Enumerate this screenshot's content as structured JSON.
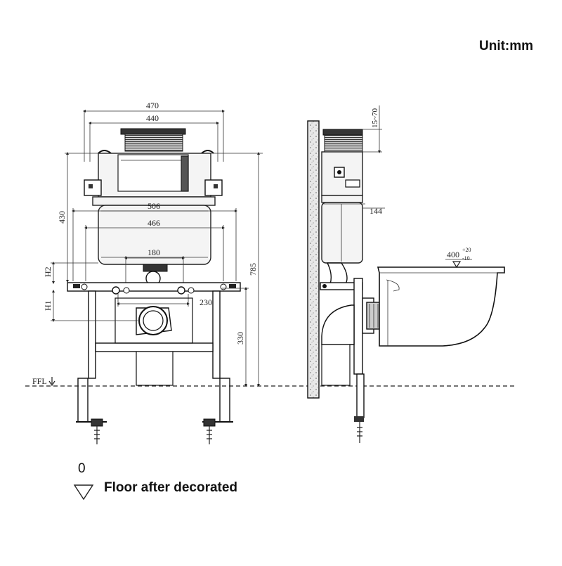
{
  "unit_label": "Unit:mm",
  "legend": {
    "zero": "0",
    "text": "Floor after decorated"
  },
  "front_view": {
    "dim_470": "470",
    "dim_440": "440",
    "dim_506": "506",
    "dim_466": "466",
    "dim_180": "180",
    "dim_230": "230",
    "dim_430": "430",
    "dim_785": "785",
    "dim_330": "330",
    "label_h1": "H1",
    "label_h2": "H2",
    "label_ffl": "FFL"
  },
  "side_view": {
    "dim_15_70": "15~70",
    "dim_144": "144",
    "dim_400": "400",
    "dim_400_upper": "+20",
    "dim_400_lower": "-10"
  }
}
